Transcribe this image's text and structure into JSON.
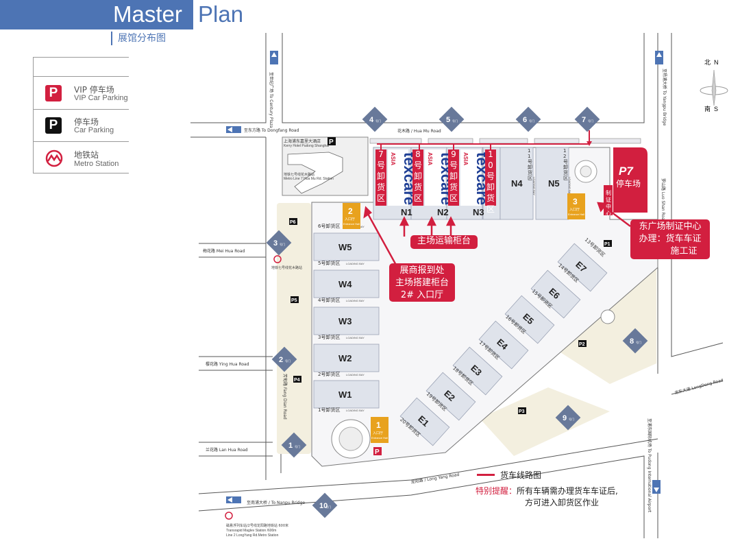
{
  "header": {
    "title_word1": "Master",
    "title_word2": "Plan",
    "subtitle": "展馆分布图"
  },
  "legend": [
    {
      "zh": "VIP 停车场",
      "en": "VIP Car Parking",
      "icon": "P",
      "color": "#d21f3f"
    },
    {
      "zh": "停车场",
      "en": "Car Parking",
      "icon": "P",
      "color": "#111111"
    },
    {
      "zh": "地铁站",
      "en": "Metro Station",
      "icon": "metro-icon",
      "color": "#d21f3f"
    }
  ],
  "compass": {
    "north_zh": "北",
    "north_en": "N",
    "south_zh": "南",
    "south_en": "S"
  },
  "roads": {
    "hua_mu": "花木路 / Hua Mu Road",
    "dongfang": "至东方路 To Dongfang Road",
    "mei_hua": "梅花路 Mei Hua Road",
    "ying_hua": "樱花路 Ying Hua Road",
    "lan_hua": "兰花路 Lan Hua Road",
    "long_yang": "龙阳路 / Long Yang Road",
    "nanpu": "至南浦大桥 / To Nanpu Bridge",
    "long_dong": "龙东大道 LongDong Road",
    "luo_shan": "罗山路 Luo Shan Road",
    "fang_dian": "芳甸路 Fang Dian Road",
    "to_yangpu": "至杨浦大桥 To Yangpu Bridge",
    "to_airport": "至浦东国际机场 To Pudong International Airport",
    "to_plaza": "至世纪广场 To Century Plaza"
  },
  "gates": [
    "1号门",
    "2号门",
    "3号门",
    "4号门",
    "5号门",
    "6号门",
    "7号门",
    "8号门",
    "9号门",
    "10号门"
  ],
  "parking": [
    "P1",
    "P2",
    "P3",
    "P4",
    "P5",
    "P6"
  ],
  "p7": {
    "label": "P7",
    "zh": "停车场"
  },
  "hotel": {
    "zh": "上海浦东嘉里大酒店",
    "en": "Kerry Hotel Pudong Shanghai"
  },
  "metro_huamu": {
    "zh": "地铁七号线花木路站",
    "en": "Metro Line 7 Hua Mu Rd. Station"
  },
  "metro_bottom": {
    "zh": "磁悬浮列车站/2号线龙阳路地铁站 600米",
    "en1": "Transrapid Maglev Station /600m",
    "en2": "Line 2 LongYang Rd.Metro Station"
  },
  "halls_north": [
    "N1",
    "N2",
    "N3",
    "N4",
    "N5"
  ],
  "halls_west": [
    "W1",
    "W2",
    "W3",
    "W4",
    "W5"
  ],
  "halls_east": [
    "E1",
    "E2",
    "E3",
    "E4",
    "E5",
    "E6",
    "E7"
  ],
  "brand": {
    "name": "texcare",
    "sub": "ASIA"
  },
  "unload_red": [
    "7号卸货区",
    "8号卸货区",
    "9号卸货区",
    "10号卸货区"
  ],
  "unload_grey": [
    "11号卸货区",
    "12号卸货区"
  ],
  "loading_west": [
    "1号卸货区",
    "2号卸货区",
    "3号卸货区",
    "4号卸货区",
    "5号卸货区",
    "6号卸货区"
  ],
  "loading_east": [
    "13号卸货区",
    "14号卸货区",
    "15号卸货区",
    "16号卸货区",
    "17号卸货区",
    "18号卸货区",
    "19号卸货区",
    "20号卸货区"
  ],
  "loading_bay": "LOADING BAY",
  "entrances": [
    {
      "num": "1",
      "zh": "入口厅",
      "en": "Entrance Hall"
    },
    {
      "num": "2",
      "zh": "入口厅",
      "en": "Entrance Hall"
    },
    {
      "num": "3",
      "zh": "入口厅",
      "en": "Entrance Hall"
    }
  ],
  "permit_box": "制证中心",
  "callouts": {
    "transport": "主场运输柜台",
    "register_1": "展商报到处",
    "register_2": "主场搭建柜台",
    "register_3": "2# 入口厅",
    "east_1": "东广场制证中心",
    "east_2": "办理：货车车证",
    "east_3": "施工证"
  },
  "legend_route": "货车线路图",
  "notice": {
    "highlight": "特别提醒：",
    "line1": "所有车辆需办理货车车证后,",
    "line2": "方可进入卸货区作业"
  },
  "colors": {
    "accent": "#4d74b4",
    "red": "#d21f3f",
    "hall": "#dfe3eb",
    "orange": "#e8a21e",
    "park": "#f3efdf",
    "gate": "#68799a"
  }
}
